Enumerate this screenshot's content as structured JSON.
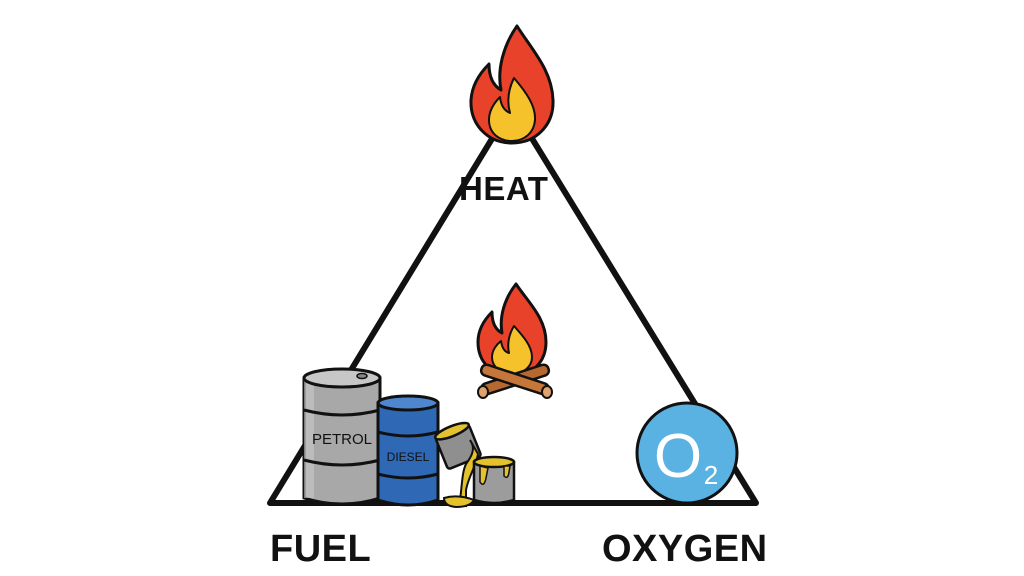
{
  "diagram": {
    "labels": {
      "heat": "HEAT",
      "fuel": "FUEL",
      "oxygen": "OXYGEN"
    },
    "barrels": {
      "petrol": "PETROL",
      "diesel": "DIESEL"
    },
    "oxygen_symbol": {
      "letter": "O",
      "subscript": "2"
    },
    "icons": [
      "flame-icon",
      "campfire-icon",
      "petrol-barrel-icon",
      "diesel-barrel-icon",
      "paint-can-icon",
      "oxygen-molecule-icon"
    ],
    "colors": {
      "outline": "#111111",
      "flame_outer": "#e8432a",
      "flame_inner": "#f6c22b",
      "petrol_barrel": "#a8a8a8",
      "diesel_barrel": "#2f68b5",
      "oxygen_circle": "#5ab2e3",
      "paint": "#e3c22d"
    }
  }
}
